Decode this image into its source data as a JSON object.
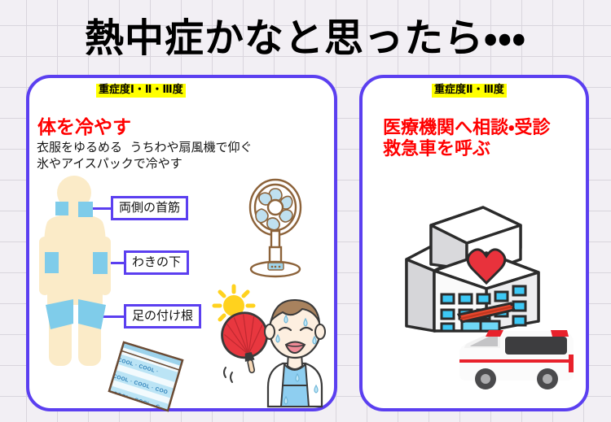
{
  "title": "熱中症かなと思ったら・・・",
  "panels": {
    "left": {
      "badge": "重症度Ⅰ・Ⅱ・Ⅲ度",
      "headline": "体を冷やす",
      "body": "衣服をゆるめる  うちわや扇風機で仰ぐ\n氷やアイスパックで冷やす",
      "callouts": [
        {
          "label": "両側の首筋"
        },
        {
          "label": "わきの下"
        },
        {
          "label": "足の付け根"
        }
      ],
      "illustrations": [
        "human-body-cooling-points",
        "electric-fan",
        "ice-pack",
        "sun",
        "sweating-person-with-fan"
      ],
      "icepack_text": "COOL · COOL"
    },
    "right": {
      "badge": "重症度Ⅱ・Ⅲ度",
      "headline": "医療機関へ相談・受診\n救急車を呼ぶ",
      "illustrations": [
        "hospital-building",
        "ambulance"
      ]
    }
  },
  "colors": {
    "accent_border": "#5B3FF0",
    "highlight": "#FFFF00",
    "headline_red": "#FF0000",
    "cooling_patch": "#7FCCEA",
    "skin": "#FBEBC8",
    "background": "#F2EFF4",
    "grid_line": "#D9D5DD",
    "hospital_window": "#3DC8F5",
    "heart_red": "#E8323C",
    "ambulance_red": "#E8212B",
    "sun_yellow": "#FFD21E",
    "uchiwa_red": "#E8373F",
    "fan_brown": "#8C6239"
  }
}
